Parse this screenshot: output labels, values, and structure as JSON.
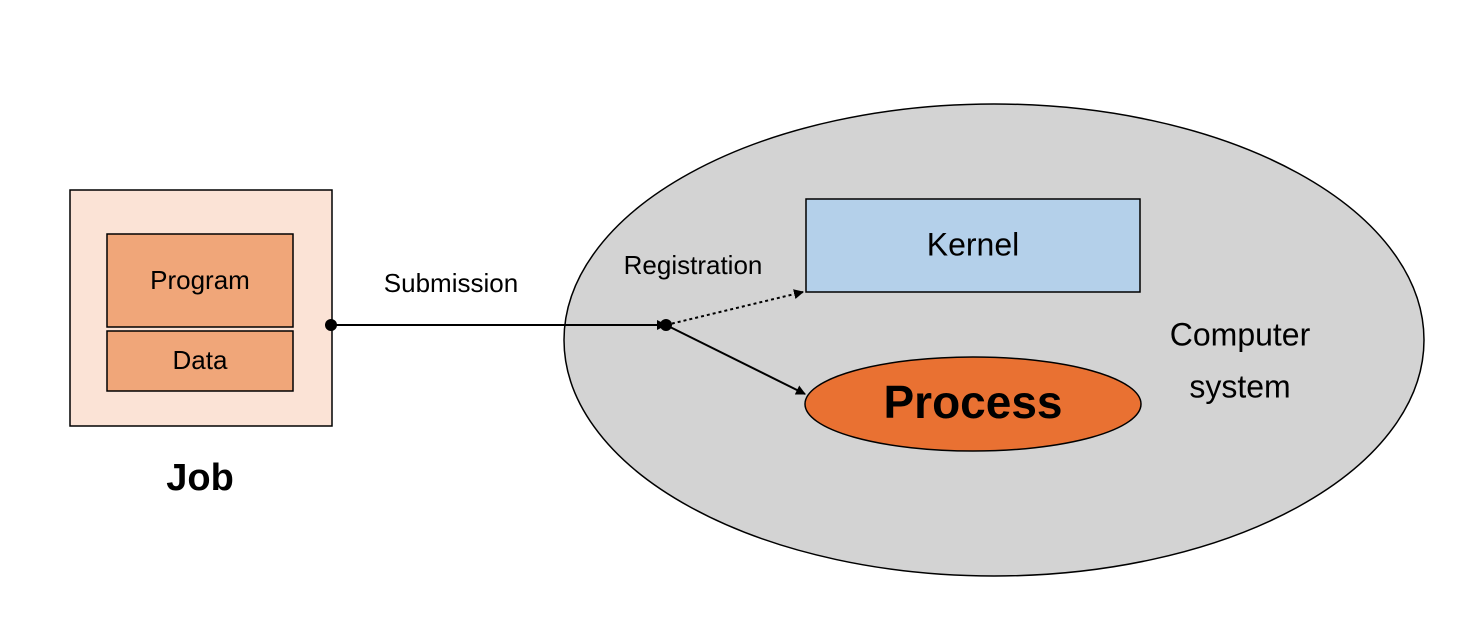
{
  "job": {
    "label": "Job",
    "program_label": "Program",
    "data_label": "Data"
  },
  "arrows": {
    "submission_label": "Submission",
    "registration_label": "Registration"
  },
  "computer_system": {
    "label_line1": "Computer",
    "label_line2": "system",
    "kernel_label": "Kernel",
    "process_label": "Process"
  },
  "colors": {
    "job_outer_fill": "#fbe3d6",
    "job_inner_fill": "#f0a679",
    "system_fill": "#d3d3d3",
    "kernel_fill": "#b4d0ea",
    "process_fill": "#e97132",
    "stroke": "#000000"
  }
}
